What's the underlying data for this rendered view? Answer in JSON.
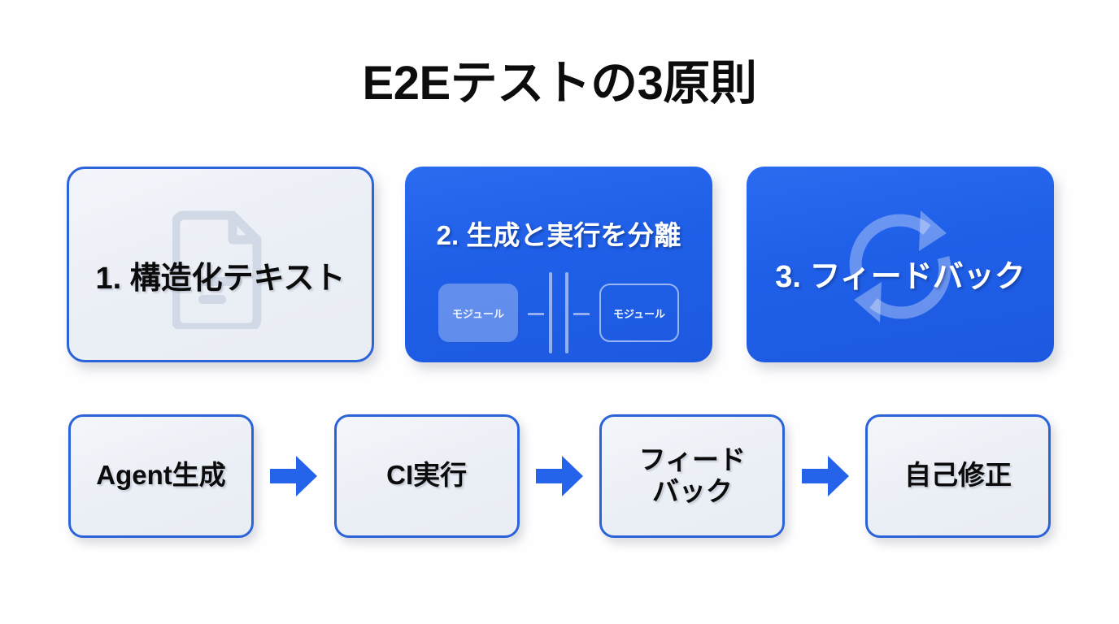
{
  "slide": {
    "title": "E2Eテストの3原則",
    "background_color": "#fefeff",
    "accent_color": "#2563eb",
    "card_light_bg": "#eaeef5",
    "card_border_color": "#2b63d9"
  },
  "principles": [
    {
      "label": "1. 構造化テキスト",
      "style": "light",
      "icon": "document-icon",
      "text_color": "#0b0b0b"
    },
    {
      "label": "2. 生成と実行を分離",
      "style": "blue",
      "icon": "split-modules-icon",
      "text_color": "#ffffff",
      "modules": [
        {
          "label": "モジュール",
          "variant": "filled"
        },
        {
          "label": "モジュール",
          "variant": "outlined"
        }
      ]
    },
    {
      "label": "3. フィードバック",
      "style": "blue",
      "icon": "cycle-arrows-icon",
      "text_color": "#ffffff"
    }
  ],
  "flow": {
    "arrow_color": "#2563eb",
    "steps": [
      {
        "label": "Agent生成"
      },
      {
        "label": "CI実行"
      },
      {
        "label": "フィード\nバック"
      },
      {
        "label": "自己修正"
      }
    ],
    "arrows": [
      {
        "name": "arrow-right-icon"
      },
      {
        "name": "arrow-right-icon"
      },
      {
        "name": "arrow-right-icon"
      }
    ]
  }
}
